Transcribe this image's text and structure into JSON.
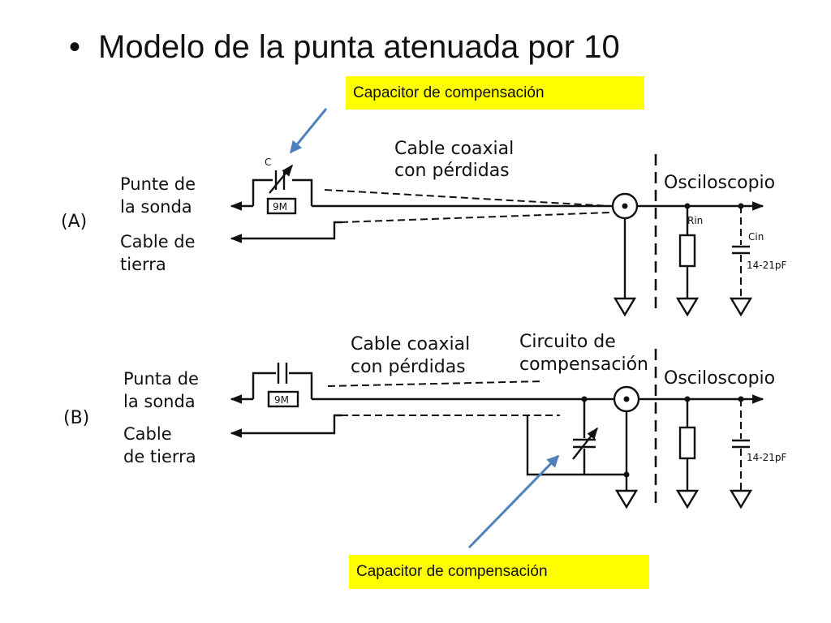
{
  "title": {
    "bullet": "•",
    "text": "Modelo de la punta atenuada por 10"
  },
  "callouts": {
    "top": "Capacitor de compensación",
    "bottom": "Capacitor de compensación"
  },
  "diagram_a": {
    "label": "(A)",
    "probe_tip": [
      "Punte de",
      "la sonda"
    ],
    "ground_cable": [
      "Cable de",
      "tierra"
    ],
    "coax": [
      "Cable coaxial",
      "con pérdidas"
    ],
    "scope": "Osciloscopio",
    "cap_label": "C",
    "resistor": "9M",
    "rin": "Rin",
    "cin": "Cin",
    "cin_value": "14-21pF"
  },
  "diagram_b": {
    "label": "(B)",
    "probe_tip": [
      "Punta de",
      "la sonda"
    ],
    "ground_cable": [
      "Cable",
      "de tierra"
    ],
    "coax": [
      "Cable coaxial",
      "con pérdidas"
    ],
    "comp_circuit": [
      "Circuito de",
      "compensación"
    ],
    "scope": "Osciloscopio",
    "resistor": "9M",
    "cin_value": "14-21pF"
  },
  "colors": {
    "callout_bg": "#ffff00",
    "arrow": "#4f81bd",
    "ink": "#111111"
  }
}
